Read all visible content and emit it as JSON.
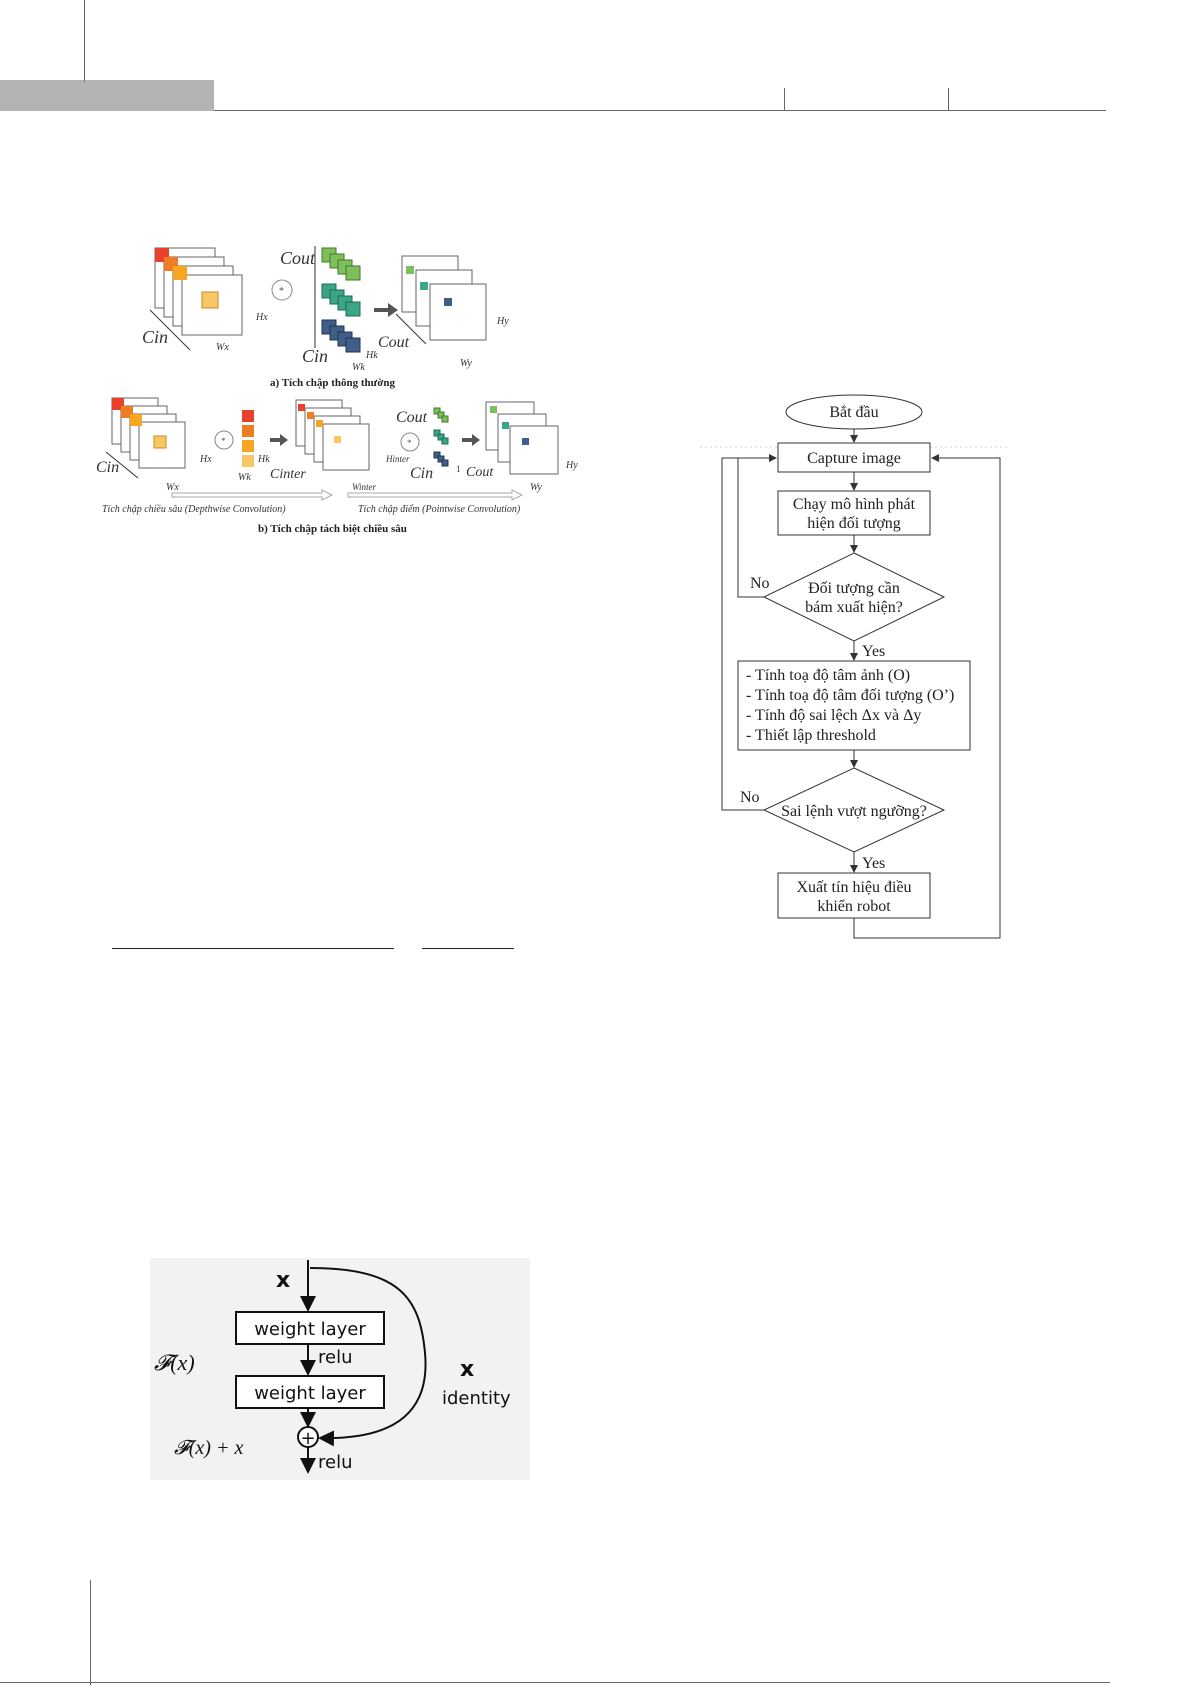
{
  "conv_figure": {
    "caption_a": "a) Tích chập thông thường",
    "caption_b": "b) Tích chập tách biệt chiều sâu",
    "depthwise_label": "Tích chập chiều sâu (Depthwise Convolution)",
    "pointwise_label": "Tích chập điểm (Pointwise Convolution)",
    "symbols": {
      "cout": "Cout",
      "cin": "Cin",
      "hx": "Hx",
      "wx": "Wx",
      "hk": "Hk",
      "wk": "Wk",
      "hy": "Hy",
      "wy": "Wy",
      "cinter": "Cinter",
      "winter": "Winter",
      "hinter": "Hinter",
      "one": "1",
      "conv_op": "*"
    },
    "colors": {
      "red": "#e8412c",
      "orange": "#ef7d23",
      "amber": "#f6a623",
      "yellow": "#f7c766",
      "green": "#7fbf5b",
      "teal": "#3aa687",
      "blue": "#3f5f8a"
    }
  },
  "flowchart": {
    "start": "Bắt đầu",
    "capture": "Capture image",
    "run_model_line1": "Chạy mô hình phát",
    "run_model_line2": "hiện đối tượng",
    "decision1_line1": "Đối tượng cần",
    "decision1_line2": "bám xuất hiện?",
    "process_lines": [
      "- Tính toạ độ tâm ảnh (O)",
      "- Tính toạ độ tâm đối tượng (O’)",
      "- Tính độ sai lệch Δx và Δy",
      "- Thiết lập threshold"
    ],
    "decision2": "Sai lệnh vượt ngưỡng?",
    "output_line1": "Xuất tín hiệu điều",
    "output_line2": "khiển robot",
    "no1": "No",
    "yes1": "Yes",
    "no2": "No",
    "yes2": "Yes"
  },
  "resnet": {
    "x_top": "x",
    "weight_layer_1": "weight layer",
    "weight_layer_2": "weight layer",
    "relu_mid": "relu",
    "relu_out": "relu",
    "fx": "𝓕(x)",
    "fx_plus_x": "𝓕(x) + x",
    "x_right": "x",
    "identity": "identity",
    "plus": "+"
  }
}
